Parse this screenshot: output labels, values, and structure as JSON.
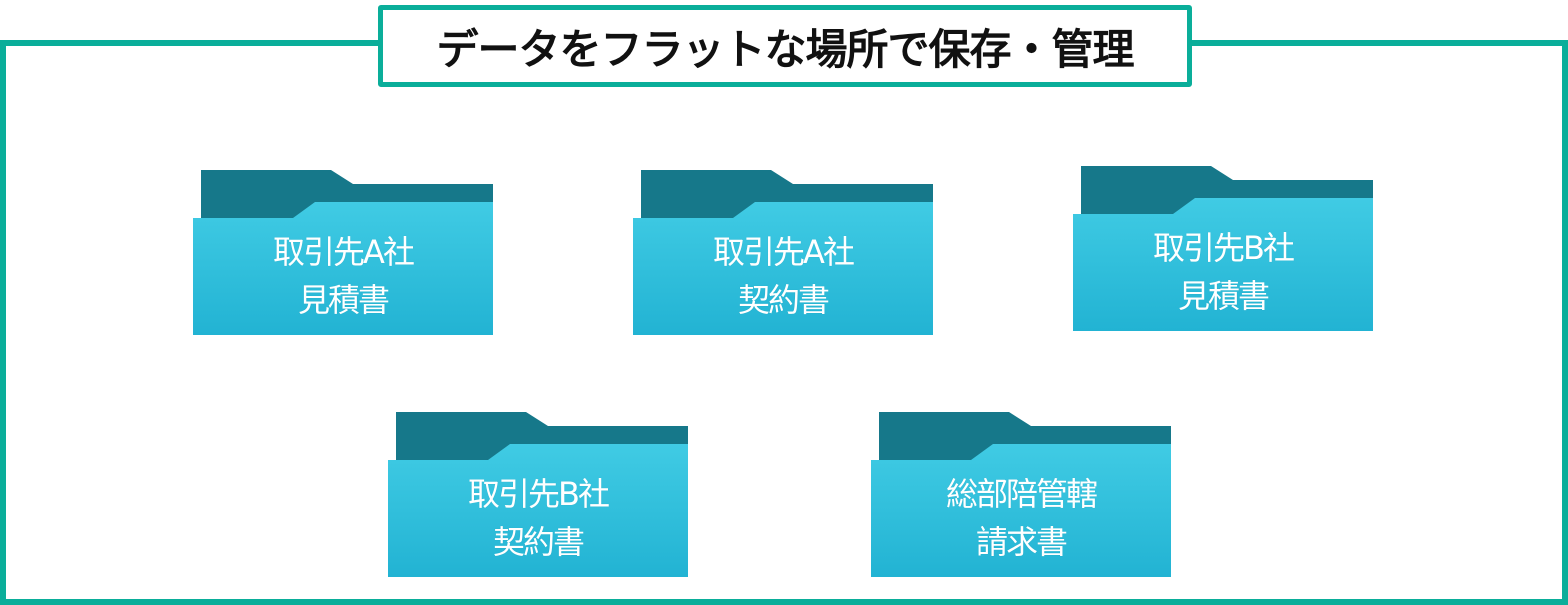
{
  "title": "データをフラットな場所で保存・管理",
  "colors": {
    "frame": "#0aae9a",
    "folder_back": "#16788a",
    "folder_front_top": "#3ec9e2",
    "folder_front_bottom": "#22b4d4",
    "label_text": "#ffffff"
  },
  "folders": [
    {
      "icon": "folder-icon",
      "line1": "取引先A社",
      "line2": "見積書"
    },
    {
      "icon": "folder-icon",
      "line1": "取引先A社",
      "line2": "契約書"
    },
    {
      "icon": "folder-icon",
      "line1": "取引先B社",
      "line2": "見積書"
    },
    {
      "icon": "folder-icon",
      "line1": "取引先B社",
      "line2": "契約書"
    },
    {
      "icon": "folder-icon",
      "line1": "総部陪管轄",
      "line2": "請求書"
    }
  ]
}
